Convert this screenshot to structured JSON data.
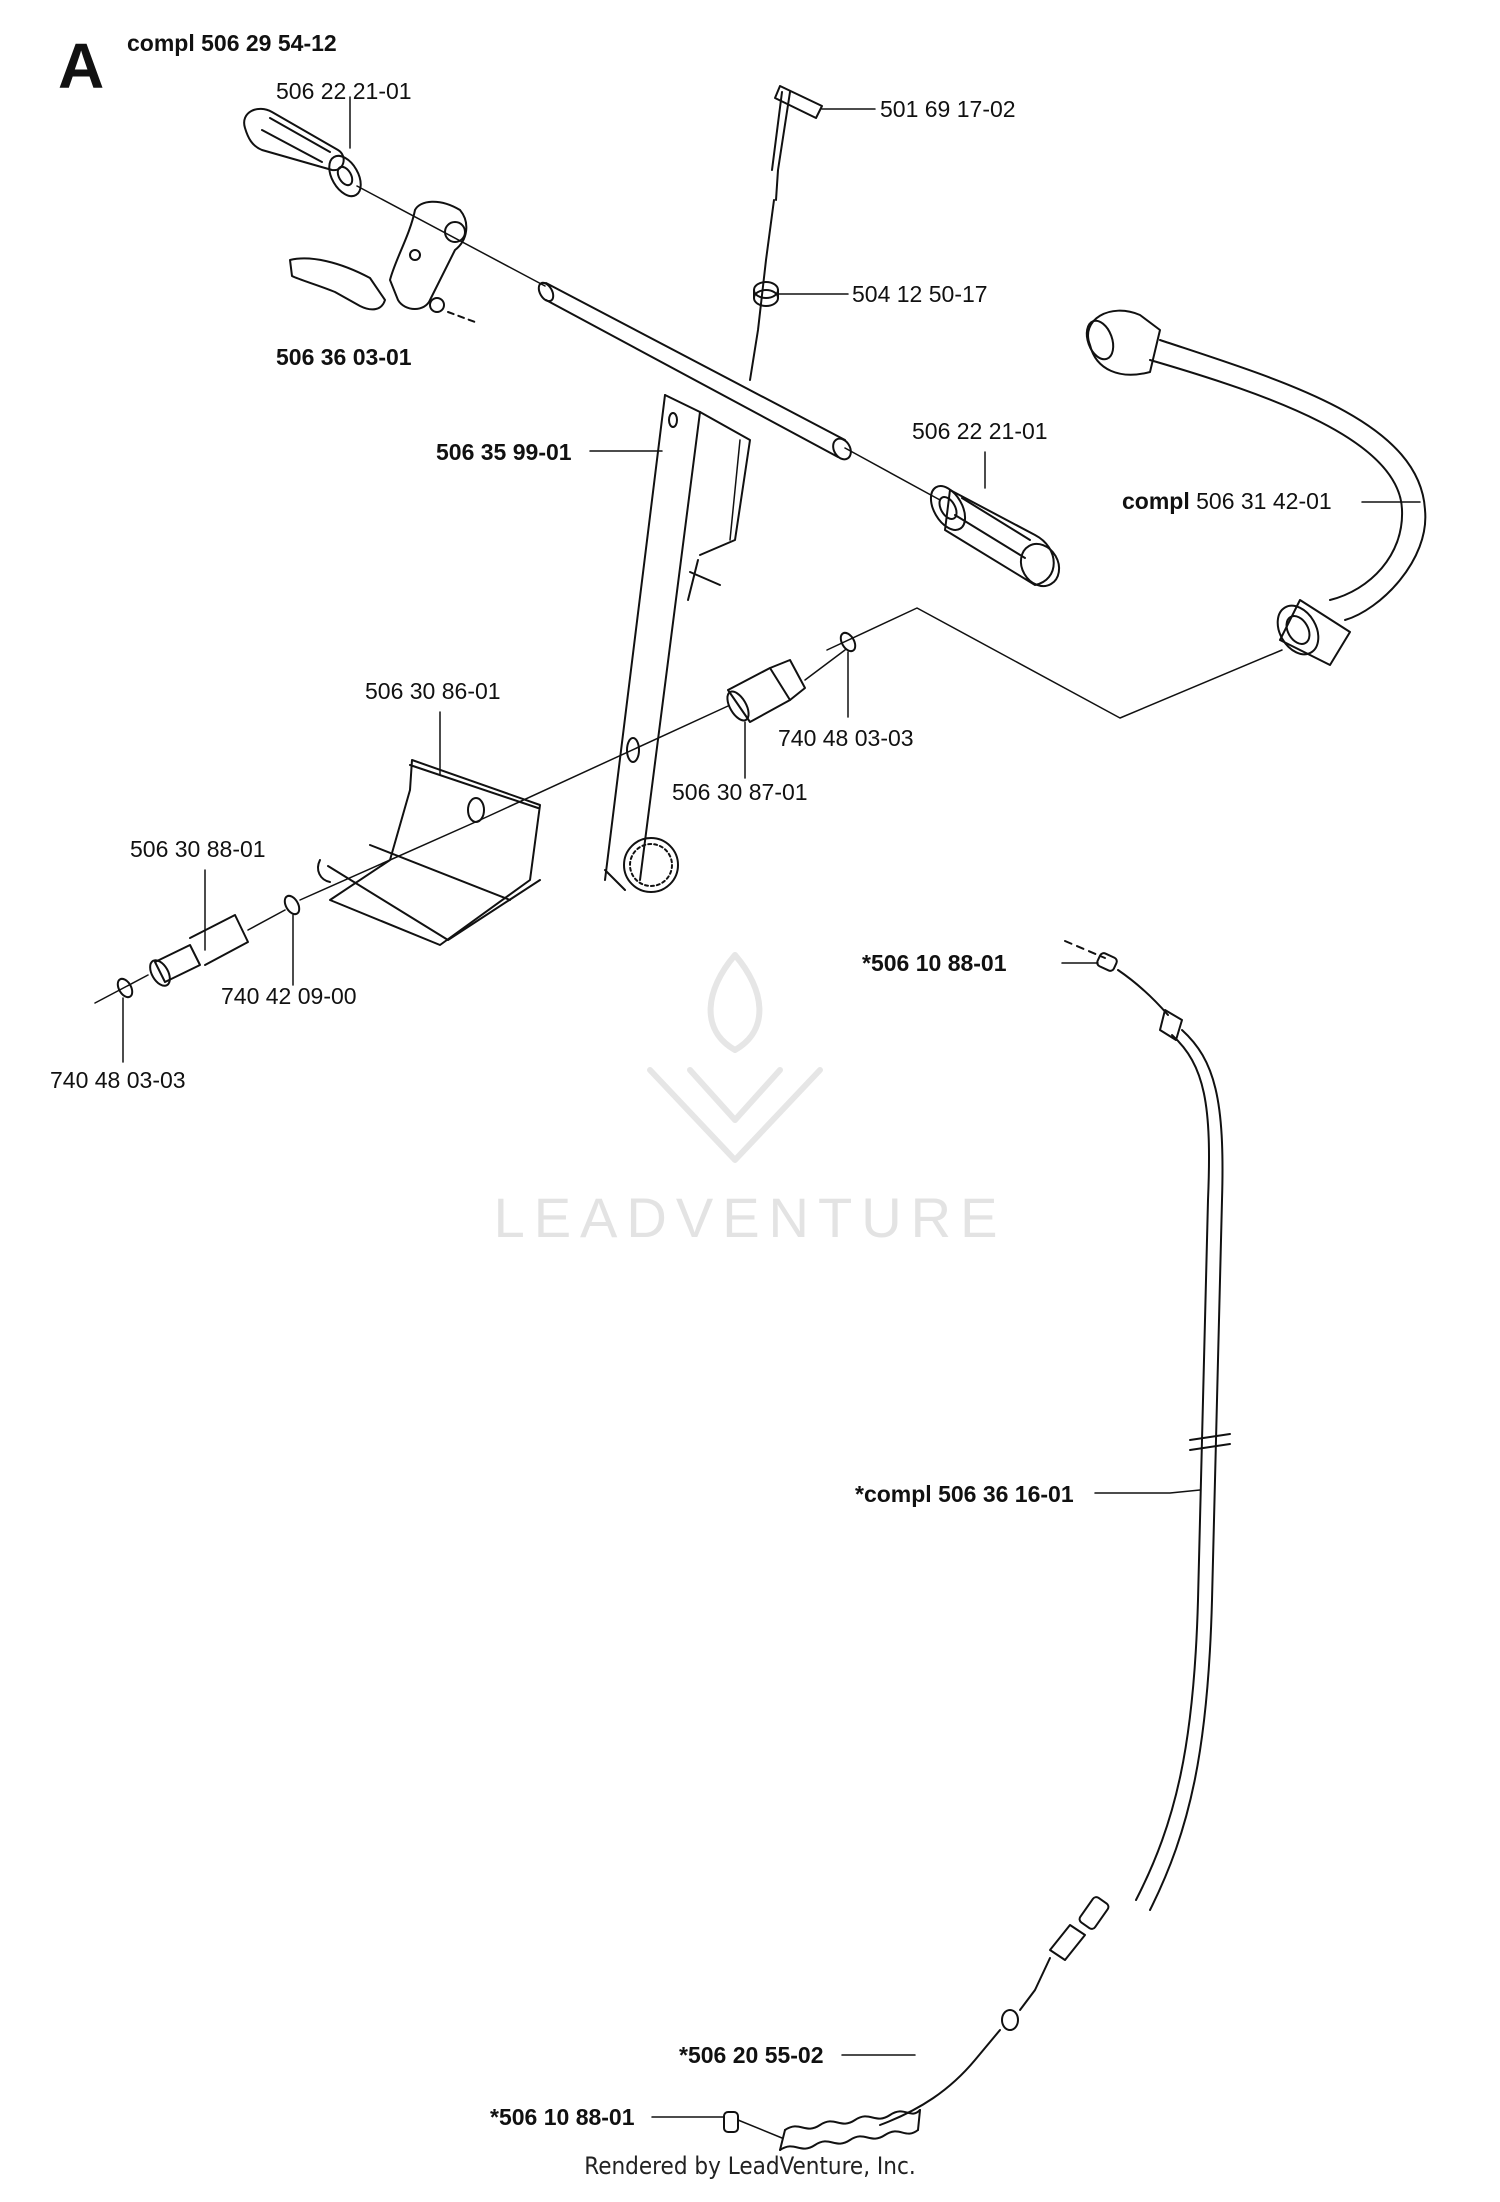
{
  "section_letter": "A",
  "assembly": {
    "prefix": "compl",
    "number": "506 29 54-12"
  },
  "labels": [
    {
      "id": "grip-left",
      "text": "506 22 21-01",
      "bold": false
    },
    {
      "id": "lever",
      "text": "506 36 03-01",
      "bold": true
    },
    {
      "id": "tbar",
      "text": "506 35 99-01",
      "bold": true
    },
    {
      "id": "key",
      "text": "501 69 17-02",
      "bold": false
    },
    {
      "id": "nut",
      "text": "504 12 50-17",
      "bold": false
    },
    {
      "id": "grip-right",
      "text": "506 22 21-01",
      "bold": false
    },
    {
      "id": "hose",
      "text": "compl 506 31 42-01",
      "bold": false
    },
    {
      "id": "bracket",
      "text": "506 30 86-01",
      "bold": false
    },
    {
      "id": "nipple",
      "text": "506 30 88-01",
      "bold": false
    },
    {
      "id": "oring-a",
      "text": "740 42 09-00",
      "bold": false
    },
    {
      "id": "oring-b",
      "text": "740 48 03-03",
      "bold": false
    },
    {
      "id": "coupling",
      "text": "506 30 87-01",
      "bold": false
    },
    {
      "id": "oring-c",
      "text": "740 48 03-03",
      "bold": false
    },
    {
      "id": "cable-end-top",
      "text": "*506 10 88-01",
      "bold": true
    },
    {
      "id": "cable",
      "text": "*compl 506 36 16-01",
      "bold": true
    },
    {
      "id": "spring",
      "text": "*506 20 55-02",
      "bold": true
    },
    {
      "id": "cable-end-bottom",
      "text": "*506 10 88-01",
      "bold": true
    }
  ],
  "watermark": "LEADVENTURE",
  "footer": "Rendered by LeadVenture, Inc."
}
